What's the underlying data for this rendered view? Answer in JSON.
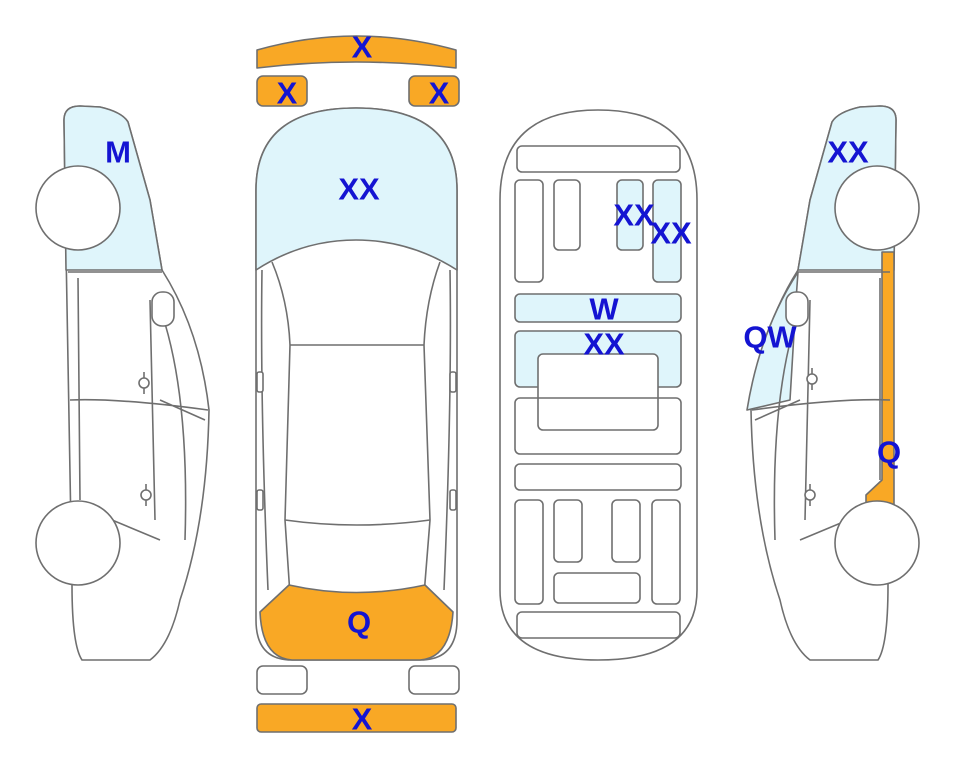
{
  "colors": {
    "severe": "#f9a825",
    "minor": "#dff5fb",
    "code_text": "#1414d2",
    "outline": "#6f6f6f"
  },
  "zones": {
    "front_bumper": {
      "code": "X",
      "severity": "severe"
    },
    "front_left_light": {
      "code": "X",
      "severity": "severe"
    },
    "front_right_light": {
      "code": "X",
      "severity": "severe"
    },
    "hood": {
      "code": "XX",
      "severity": "minor"
    },
    "trunk_lid": {
      "code": "Q",
      "severity": "severe"
    },
    "rear_bumper": {
      "code": "X",
      "severity": "severe"
    },
    "left_front_fender": {
      "code": "M",
      "severity": "minor"
    },
    "right_front_fender": {
      "code": "XX",
      "severity": "minor"
    },
    "right_rear_quarter": {
      "code": "QW",
      "severity": "minor"
    },
    "right_rocker": {
      "code": "Q",
      "severity": "severe"
    },
    "front_seat_right_a": {
      "code": "XX",
      "severity": "minor"
    },
    "front_seat_right_b": {
      "code": "XX",
      "severity": "minor"
    },
    "middle_bar": {
      "code": "W",
      "severity": "minor"
    },
    "middle_row": {
      "code": "XX",
      "severity": "minor"
    }
  }
}
